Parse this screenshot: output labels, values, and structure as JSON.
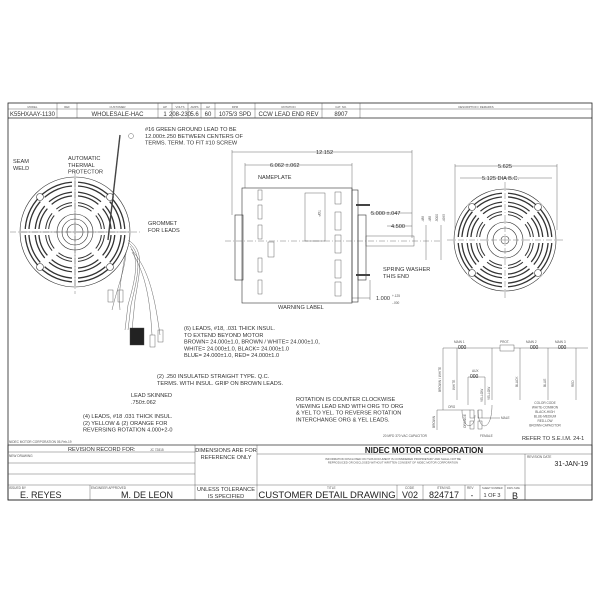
{
  "header": {
    "columns": [
      {
        "label": "MODEL",
        "value": "K55HXAAY-1130"
      },
      {
        "label": "REF",
        "value": ""
      },
      {
        "label": "CUSTOMER",
        "value": "WHOLESALE-HAC"
      },
      {
        "label": "HP",
        "value": "1"
      },
      {
        "label": "VOLTS",
        "value": "208-230"
      },
      {
        "label": "AMPS",
        "value": "5.6"
      },
      {
        "label": "HZ",
        "value": "60"
      },
      {
        "label": "RPM",
        "value": "1075/3 SPD"
      },
      {
        "label": "ROTATION",
        "value": "CCW LEAD END REV"
      },
      {
        "label": "CAT. NO.",
        "value": "8907"
      },
      {
        "label": "DESCRIPTION / REMARKS",
        "value": ""
      }
    ]
  },
  "callouts": {
    "ground_lead": [
      "#16 GREEN GROUND LEAD TO BE",
      "12.000±.250 BETWEEN CENTERS OF",
      "TERMS. TERM. TO FIT #10 SCREW"
    ],
    "seam_weld": [
      "SEAM",
      "WELD"
    ],
    "thermal_protector": [
      "AUTOMATIC",
      "THERMAL",
      "PROTECTOR"
    ],
    "grommet": [
      "GROMMET",
      "FOR LEADS"
    ],
    "six_leads": [
      "(6) LEADS, #18, .031 THICK INSUL.",
      "TO EXTEND BEYOND MOTOR",
      "BROWN= 24.000±1.0,  BROWN / WHITE= 24.000±1.0,",
      "WHITE= 24.000±1.0, BLACK= 24.000±1.0",
      "BLUE= 24.000±1.0, RED= 24.000±1.0"
    ],
    "qc_terms": [
      "(2) .250 INSULATED STRAIGHT TYPE. Q.C.",
      "TERMS. WITH INSUL. GRIP ON BROWN LEADS."
    ],
    "lead_skinned": [
      "LEAD SKINNED",
      ".750±.062"
    ],
    "four_leads": [
      "(4) LEADS, #18 .031 THICK INSUL.",
      "(2) YELLOW & (2) ORANGE FOR",
      "REVERSING ROTATION 4.000+2-0"
    ],
    "nameplate": "NAMEPLATE",
    "top": "TOP",
    "spring_washer": [
      "SPRING WASHER",
      "THIS END"
    ],
    "warning_label": "WARNING LABEL",
    "rotation_note": [
      "ROTATION IS COUNTER CLOCKWISE",
      "VIEWING LEAD END WITH ORG TO ORG",
      "& YEL TO YEL. TO REVERSE ROTATION",
      "INTERCHANGE ORG & YEL LEADS."
    ]
  },
  "dimensions": {
    "overall_length": "12.152",
    "body_length": "6.062 ±.062",
    "shaft_extension": "5.000 ±.047",
    "flat_length": "4.500",
    "flat_dim": [
      ".489",
      ".485"
    ],
    "shaft_dia": [
      ".5000",
      ".4995"
    ],
    "stud_length": "1.000",
    "stud_tol": [
      "+.125",
      "-.000"
    ],
    "end_dia": "5.625",
    "bolt_circle": "5.125  DIA B.C."
  },
  "wiring": {
    "main1": "MAIN 1",
    "prot": "PROT.",
    "main2": "MAIN 2",
    "main3": "MAIN 3",
    "aux": "AUX",
    "brown_white": "BROWN / WHITE",
    "white": "WHITE",
    "yellow_white": "YELLOW",
    "yellow": "YELLOW",
    "black": "BLACK",
    "blue": "BLUE",
    "red": "RED",
    "brown": "BROWN",
    "orange": "ORANGE",
    "org": "ORG",
    "male": "MALE",
    "female": "FEMALE",
    "capacitor": "20 MFD 370 VAC CAPACITOR",
    "color_code": [
      "COLOR CODE",
      "WHITE-COMMON",
      "BLACK-HIGH",
      "BLUE-MEDIUM",
      "RED-LOW",
      "BROWN-CAPACITOR"
    ],
    "refer": "REFER TO S.E.I.M. 24-1"
  },
  "footer_stamp": "NIDEC MOTOR CORPORATION 05-Feb-19",
  "title_block": {
    "revision_record_label": "REVISION RECORD FOR:",
    "revision_record_id": "JC 72815",
    "new_drawing": "NEW DRAWING",
    "issued_by_label": "ISSUED BY",
    "issued_by": "E. REYES",
    "engineer_label": "ENGINEER APPROVED",
    "engineer": "M. DE LEON",
    "dims_note": [
      "DIMENSIONS ARE FOR",
      "REFERENCE ONLY"
    ],
    "tolerance_note": [
      "UNLESS TOLERANCE",
      "IS SPECIFIED"
    ],
    "company": "NIDEC MOTOR CORPORATION",
    "proprietary": [
      "INFORMATION DISCLOSED ON THIS DOCUMENT IS CONSIDERED PROPRIETARY AND SHALL NOT BE",
      "REPRODUCED OR DISCLOSED WITHOUT WRITTEN CONSENT OF NIDEC MOTOR CORPORATION"
    ],
    "revision_date_label": "REVISION DATE",
    "revision_date": "31-JAN-19",
    "title_label": "TITLE",
    "title": "CUSTOMER  DETAIL  DRAWING",
    "code_label": "CODE",
    "code": "V02",
    "item_label": "ITEM NO.",
    "item": "824717",
    "rev_label": "REV",
    "rev": "-",
    "sheet_label": "SHEET NUMBER",
    "sheet": "1  OF  3",
    "size_label": "DWG SIZE",
    "size": "B"
  }
}
